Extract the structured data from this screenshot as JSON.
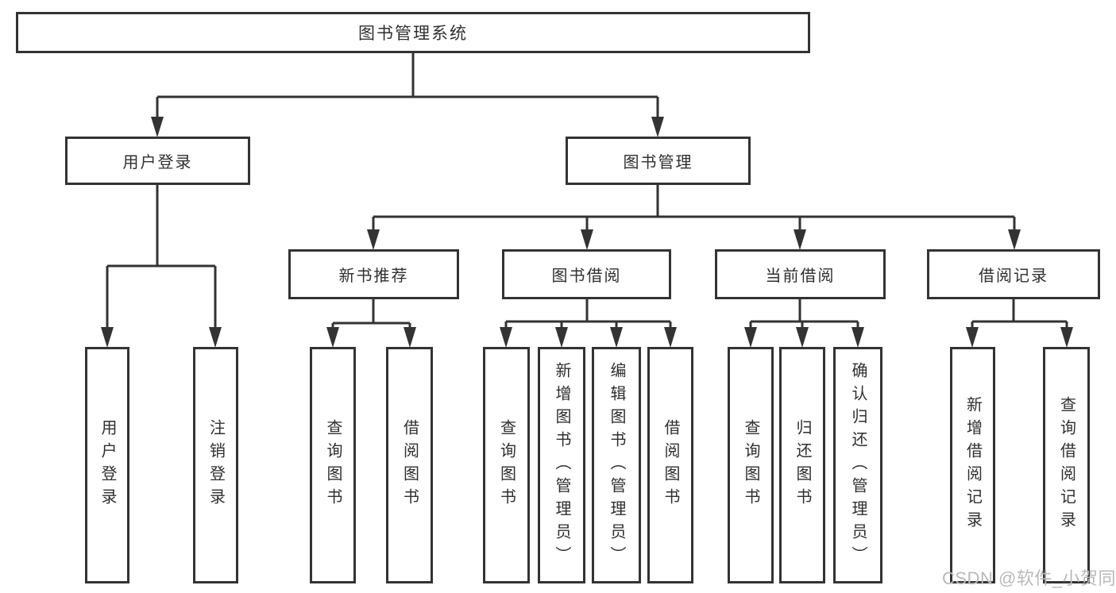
{
  "diagram": {
    "title": "图书管理系统",
    "root": {
      "label": "图书管理系统"
    },
    "level2": [
      {
        "label": "用户登录",
        "children": [
          {
            "label": "用户登录"
          },
          {
            "label": "注销登录"
          }
        ]
      },
      {
        "label": "图书管理",
        "children": [
          {
            "label": "新书推荐",
            "children": [
              {
                "label": "查询图书"
              },
              {
                "label": "借阅图书"
              }
            ]
          },
          {
            "label": "图书借阅",
            "children": [
              {
                "label": "查询图书"
              },
              {
                "label": "新增图书（管理员）"
              },
              {
                "label": "编辑图书（管理员）"
              },
              {
                "label": "借阅图书"
              }
            ]
          },
          {
            "label": "当前借阅",
            "children": [
              {
                "label": "查询图书"
              },
              {
                "label": "归还图书"
              },
              {
                "label": "确认归还（管理员）"
              }
            ]
          },
          {
            "label": "借阅记录",
            "children": [
              {
                "label": "新增借阅记录"
              },
              {
                "label": "查询借阅记录"
              }
            ]
          }
        ]
      }
    ]
  },
  "watermark": {
    "text": "CSDN @软件_小贺同学"
  },
  "colors": {
    "line": "#333333",
    "text": "#2f2f2f",
    "watermark": "#b9b9b9",
    "box_background": "#ffffff",
    "page_background": "#ffffff"
  }
}
